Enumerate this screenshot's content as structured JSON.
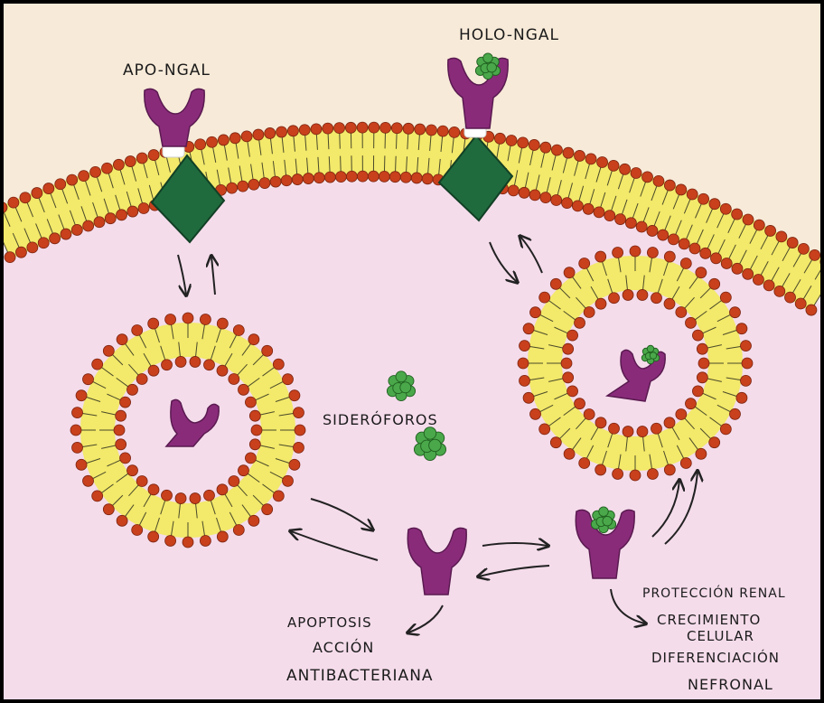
{
  "labels": {
    "apo_ngal": "APO-NGAL",
    "holo_ngal": "HOLO-NGAL",
    "sideroforos": "SIDERÓFOROS",
    "apoptosis": "APOPTOSIS",
    "accion": "ACCIÓN",
    "antibacteriana": "ANTIBACTERIANA",
    "proteccion_renal": "PROTECCIÓN RENAL",
    "crecimiento": "CRECIMIENTO",
    "celular": "CELULAR",
    "diferenciacion": "DIFERENCIACIÓN",
    "nefronal": "NEFRONAL"
  },
  "colors": {
    "background": "#f6e6ec",
    "extracellular": "#f7ead8",
    "cytoplasm": "#f5dceb",
    "lipid_head": "#c8401c",
    "lipid_tail_band": "#f3e96a",
    "ngal": "#8a2b7a",
    "receptor": "#1f6b3e",
    "siderophore": "#4aa84a",
    "arrow": "#222222"
  }
}
